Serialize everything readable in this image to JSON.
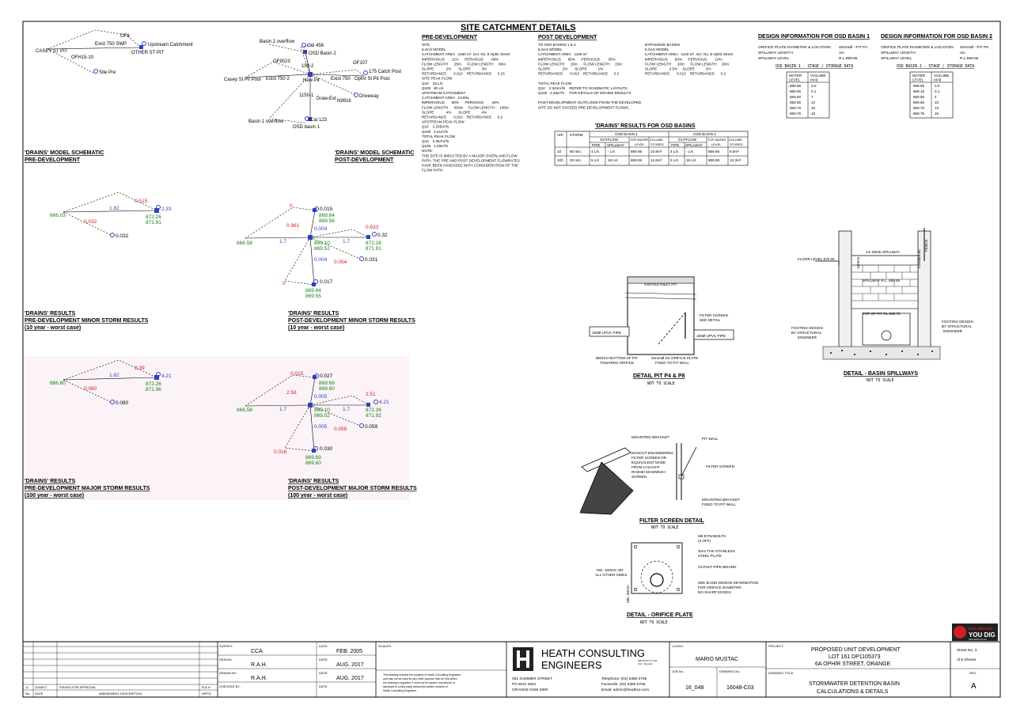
{
  "colors": {
    "blue": "#3040c0",
    "red": "#d02020",
    "green": "#108010",
    "line": "#000000",
    "pink": "#fbf3f8"
  },
  "title": "SITE CATCHMENT DETAILS",
  "schematic_pre": {
    "nodes": {
      "a": "CASEY ST PIT",
      "b": "Upstream Catchment",
      "c": "OFH15-10",
      "d": "Site Pre",
      "e": "OTHER ST PIT"
    },
    "links": {
      "l1": "OF8",
      "l2": "Exist 750 SWP"
    },
    "caption": [
      "'DRAINS' MODEL SCHEMATIC",
      "PRE-DEVELOPMENT"
    ]
  },
  "schematic_post": {
    "nodes": {
      "basin2ov": "Basin 2 overflow",
      "cat458": "Cat 458",
      "osd2": "OSD Basin 2",
      "newpit": "New Pit",
      "casey": "Casey St Pit Pool",
      "catchpost": "175 Catch Post",
      "ophir": "Ophir St Pit Post",
      "driveway": "Driveway",
      "n9916": "N9916",
      "basin1ov": "Basin 1 overflow",
      "cat123": "Cat 123",
      "osd1": "OSD basin 1",
      "t1": "OF9023",
      "t2": "150-2",
      "t3": "OF107",
      "t4": "Exist 750 2",
      "t5": "Exist 750",
      "t6": "1150-1",
      "t7": "Draw-Ext"
    },
    "caption": [
      "'DRAINS' MODEL SCHEMATIC",
      "POST-DEVELOPMENT"
    ]
  },
  "minor_pre": {
    "values": {
      "v1": "0.515",
      "v2": "1.82",
      "v3": "2.33",
      "v4": "866.03",
      "v5": "0.032",
      "v6": "872.26",
      "v7": "871.91",
      "v8": "0.032"
    },
    "caption": [
      "'DRAINS' RESULTS",
      "PRE-DEVELOPMENT MINOR STORM RESULTS",
      "(10 year - worst case)"
    ]
  },
  "minor_post": {
    "values": {
      "v1": "0",
      "v2": "0.015",
      "v3": "869.64",
      "v4": "869.56",
      "v5": "0.961",
      "v6": "0.004",
      "v7": "0.633",
      "v8": "0.32",
      "v9": "866.58",
      "v10": "1.7",
      "v11": "869.10",
      "v12": "869.52",
      "v13": "1.7",
      "v14": "872.26",
      "v15": "871.91",
      "v16": "0.004",
      "v17": "0.054",
      "v18": "0.031",
      "v19": "0",
      "v20": "0.017",
      "v21": "869.64",
      "v22": "869.55"
    },
    "caption": [
      "'DRAINS' RESULTS",
      "POST-DEVELOPMENT MINOR STORM RESULTS",
      "(10 year - worst case)"
    ]
  },
  "major_pre": {
    "values": {
      "v1": "2.39",
      "v2": "1.82",
      "v3": "4.21",
      "v4": "866.60",
      "v5": "0.080",
      "v6": "872.26",
      "v7": "871.96",
      "v8": "0.080"
    },
    "caption": [
      "'DRAINS' RESULTS",
      "PRE-DEVELOPMENT MAJOR STORM RESULTS",
      "(100 year - worst case)"
    ]
  },
  "major_post": {
    "values": {
      "v1": "0.015",
      "v2": "0.027",
      "v3": "869.69",
      "v4": "869.60",
      "v5": "2.58",
      "v6": "0.005",
      "v7": "2.51",
      "v8": "4.21",
      "v9": "866.58",
      "v10": "1.7",
      "v11": "869.10",
      "v12": "869.52",
      "v13": "1.7",
      "v14": "872.26",
      "v15": "871.92",
      "v16": "0.005",
      "v17": "0.059",
      "v18": "0.059",
      "v19": "0.016",
      "v20": "0.030",
      "v21": "869.69",
      "v22": "869.60"
    },
    "caption": [
      "'DRAINS' RESULTS",
      "POST-DEVELOPMENT MAJOR STORM RESULTS",
      "(100 year - worst case)"
    ]
  },
  "pre_dev": {
    "heading": "PRE-DEVELOPMENT",
    "lines": [
      "SITE",
      "ILSAX MODEL",
      "CATCHMENT AREA   2330 m²  incl. No. 8 Ophir Street",
      "IMPERVIOUS       11%      PERVIOUS        89%",
      "FLOW LENGTH      25m      FLOW LENGTH     60m",
      "SLOPE            2%       SLOPE           3%",
      "RETARDANCE       0.013    RETARDANCE      0.15",
      "SITE PEAK FLOW",
      "Q10    32 L/s",
      "Q100   80 L/s",
      "UPSTREAM CATCHMENT",
      "CATCHMENT AREA   13.8ha",
      "IMPERVIOUS       60%      PERVIOUS        40%",
      "FLOW LENGTH      650m     FLOW LENGTH     100m",
      "SLOPE            4%       SLOPE           4%",
      "RETARDANCE       0.013    RETARDANCE      0.2",
      "UPSTREAM PEAK FLOW",
      "Q10    2.335m³/s",
      "Q100   4.21m³/s",
      "TOTAL PEAK FLOW",
      "Q10    2.367m³/s",
      "Q100   4.29m³/s",
      "NOTE:",
      "THE SITE IS IMPACTED BY A MAJOR OVERLAND FLOW",
      "PATH. THE PRE AND POST DEVELOPMENT FLOWRATES",
      "HAVE BEEN ASSESSED WITH CONSIDERATION OF THE",
      "FLOW PATH."
    ]
  },
  "post_dev": {
    "heading": "POST DEVELOPMENT",
    "lines": [
      "TO OSD BASINS 1 & 2",
      "ILSAX MODEL",
      "CATCHMENT AREA   1190 m²",
      "IMPERVIOUS       65%      PERVIOUS        35%",
      "FLOW LENGTH      15m      FLOW LENGTH     15m",
      "SLOPE            2%       SLOPE           1%",
      "RETARDANCE       0.013    RETARDANCE      0.2",
      "",
      "TOTAL PEAK FLOW",
      "Q10    2.341m³/s    REFER TO SCHEMATIC LAYOUTS",
      "Q100   4.28m³/s     FOR DETAILS OF DRAINS RESULTS",
      "",
      "POST-DEVELOPMENT OUTFLOWS FROM THE DEVELOPED",
      "SITE DO NOT EXCEED PRE-DEVELOPMENT FLOWS."
    ]
  },
  "bypass": {
    "lines": [
      "BYPASSING BASINS",
      "ILSAX MODEL",
      "CATCHMENT AREA   1140 m²  incl. No. 8 Ophir Street",
      "IMPERVIOUS       90%      PERVIOUS        10%",
      "FLOW LENGTH      10m      FLOW LENGTH     20m",
      "SLOPE            2.5%     SLOPE           2%",
      "RETARDANCE       0.013    RETARDANCE      0.2"
    ]
  },
  "drains_table": {
    "title": "'DRAINS' RESULTS FOR OSD BASINS",
    "group1": "OSD BASIN 1",
    "group2": "OSD BASIN 2",
    "outflow": "OUTFLOW",
    "headers": [
      "ARI",
      "STORM",
      "PIPE",
      "SPILLWAY",
      "TOP WATER LEVEL",
      "VOLUME STORED",
      "PIPE",
      "SPILLWAY",
      "TOP WATER LEVEL",
      "VOLUME STORED"
    ],
    "rows": [
      [
        "10",
        "60 min.",
        "4 L/s",
        "- L/s",
        "869.66",
        "10.8m³",
        "4 L/s",
        "- L/s",
        "869.66",
        "9.5m³"
      ],
      [
        "100",
        "25 min.",
        "5 L/s",
        "18 L/s",
        "869.69",
        "14.6m³",
        "5 L/s",
        "15 L/s",
        "869.69",
        "12.3m³"
      ]
    ]
  },
  "design1": {
    "heading": "DESIGN INFORMATION FOR OSD BASIN 1",
    "lines": [
      [
        "ORIFICE PLATE DIAMETER & LOCATION",
        "40mmØ - PIT P4"
      ],
      [
        "SPILLWAY LENGTH",
        "1m"
      ],
      [
        "SPILLWAY LEVEL",
        "R.L.869.65"
      ]
    ],
    "subheading": "OSD BASIN 1 - STAGE / STORAGE DATA",
    "table_headers": [
      "WATER LEVEL",
      "VOLUME (m3)"
    ],
    "rows": [
      [
        "868.65",
        "0.0"
      ],
      [
        "869.00",
        "0.1"
      ],
      [
        "869.50",
        "7"
      ],
      [
        "869.65",
        "12"
      ],
      [
        "869.70",
        "15"
      ],
      [
        "869.75",
        "18"
      ]
    ]
  },
  "design2": {
    "heading": "DESIGN INFORMATION FOR OSD BASIN 2",
    "lines": [
      [
        "ORIFICE PLATE DIAMETER & LOCATION",
        "40mmØ - PIT P8"
      ],
      [
        "SPILLWAY LENGTH",
        "1m"
      ],
      [
        "SPILLWAY LEVEL",
        "R.L.869.65"
      ]
    ],
    "subheading": "OSD BASIN 2 - STAGE / STORAGE DATA",
    "table_headers": [
      "WATER LEVEL",
      "VOLUME (m3)"
    ],
    "rows": [
      [
        "868.65",
        "0.0"
      ],
      [
        "869.10",
        "0.1"
      ],
      [
        "869.50",
        "4"
      ],
      [
        "869.65",
        "10"
      ],
      [
        "869.70",
        "13"
      ],
      [
        "869.75",
        "16"
      ]
    ]
  },
  "pit_detail": {
    "labels": {
      "grated": "GRATED INLET PIT",
      "filter": "FILTER SCREEN",
      "filter2": "SEE DETAIL",
      "pipe1": "150Ø UPVC PIPE",
      "pipe2": "150Ø UPVC PIPE",
      "bench1": "BENCH BOTTOM OF PIT",
      "bench2": "TOWARDS ORIFICE",
      "plate1": "40mmØ SS ORIFICE PLATE",
      "plate2": "FIXED TO PIT WALL"
    },
    "title": "DETAIL PIT P4 & P8",
    "scale": "NOT TO SCALE"
  },
  "spillway_detail": {
    "labels": {
      "floor": "FLOOR LEVEL 870.00",
      "wide": "1m WIDE SPILLWAY",
      "sprl": "SPILLWAY R.L. 869.65",
      "toppit": "TOP OF PIT RL 869.70",
      "fence": "FENCE",
      "tow": "TOW869.80",
      "dim": "150mm",
      "foot1": "FOOTING DESIGN",
      "foot2": "BY STRUCTURAL",
      "foot3": "ENGINEER",
      "foot4": "FOOTING DESIGN",
      "foot5": "BY STRUCTURAL",
      "foot6": "ENGINEER"
    },
    "title": "DETAIL - BASIN SPILLWAYS",
    "scale": "NOT TO SCALE"
  },
  "filter_detail": {
    "labels": {
      "bracket": "MOUNTING BRACKET",
      "mascot": [
        "MASCOT ENGINEERING",
        "FILTER SCREEN OR",
        "EQUIVALENT MADE",
        "FROM LYSAGHT",
        "RH3030 MAXIMESH",
        "SCREEN"
      ],
      "pitwall": "PIT WALL",
      "screen": "FILTER SCREEN",
      "bracket2": [
        "MOUNTING BRACKET",
        "FIXED TO PIT WALL"
      ]
    },
    "title": "FILTER SCREEN DETAIL",
    "scale": "NOT TO SCALE"
  },
  "orifice_detail": {
    "labels": {
      "dyna": [
        "M8 DYNABOLTS",
        "(4 OFF)"
      ],
      "plate": [
        "3mm THK STAINLESS",
        "STEEL PLATE"
      ],
      "outlet": "OUTLET PIPE BEHIND",
      "min": [
        "Min. 100mm ON",
        "ALL OTHER SIDES"
      ],
      "see": [
        "SEE BASIN DESIGN INFORMATION",
        "FOR ORIFICE DIAMETER.",
        "NO SHARP EDGES."
      ],
      "dim": "Min. 50mm"
    },
    "title": "DETAIL - ORIFICE PLATE",
    "scale": "NOT TO SCALE"
  },
  "dial": {
    "top": "DIAL BEFORE",
    "main": "YOU DIG",
    "sub": "www.1100.com.au"
  },
  "title_block": {
    "amend": {
      "rev": "A",
      "date": "11/08/17",
      "desc": "ISSUED FOR APPROVAL",
      "by": "R.A.H.",
      "h_no": "No.",
      "h_date": "DATE",
      "h_desc": "AMENDMENT DESCRIPTION",
      "h_appd": "APP'D"
    },
    "survey_label": "SURVEY:",
    "survey": "CCA",
    "date_label": "DATE:",
    "survey_date": "FEB. 2005",
    "design_label": "DESIGN:",
    "design": "R.A.H.",
    "design_date": "AUG. 2017",
    "drawn_label": "DRAWN BY:",
    "drawn": "R.A.H.",
    "drawn_date": "AUG. 2017",
    "checked_label": "CHECKED BY:",
    "scales_label": "SCALES:",
    "disclaimer": [
      "This drawing remains the property of Heath Consulting Engineers",
      "and may not be used for any other purpose than for that which",
      "the drawing is supplied. It must not be copied, reproduced or",
      "disclosed to a third party without the written consent of",
      "Heath Consulting Engineers"
    ],
    "company": [
      "HEATH CONSULTING",
      "ENGINEERS"
    ],
    "company_small": [
      "ABN 55 516 471 418",
      "Civil · Structural"
    ],
    "address": [
      "351 SUMMER STREET",
      "PO BOX 2501",
      "ORANGE NSW 2800"
    ],
    "contact": [
      "Telephone: (02) 6360 0755",
      "Facsimile: (02) 6360 0766",
      "Email: admin@heathce.com"
    ],
    "client_label": "CLIENT:",
    "client": "MARIO MUSTAC",
    "job_label": "JOB No.",
    "job": "16_048",
    "drawing_label": "DRAWING No.",
    "drawing": "16048-C03",
    "project_label": "PROJECT:",
    "project": [
      "PROPOSED UNIT DEVELOPMENT",
      "LOT 161 DP1105373",
      "6A OPHIR STREET, ORANGE"
    ],
    "dtitle_label": "DRAWING TITLE:",
    "dtitle": [
      "STORMWATER DETENTION BASIN",
      "CALCULATIONS & DETAILS"
    ],
    "sheet": [
      "Sheet No.  3",
      "of  6   Sheets"
    ],
    "rev_label": "REV.",
    "rev": "A"
  }
}
